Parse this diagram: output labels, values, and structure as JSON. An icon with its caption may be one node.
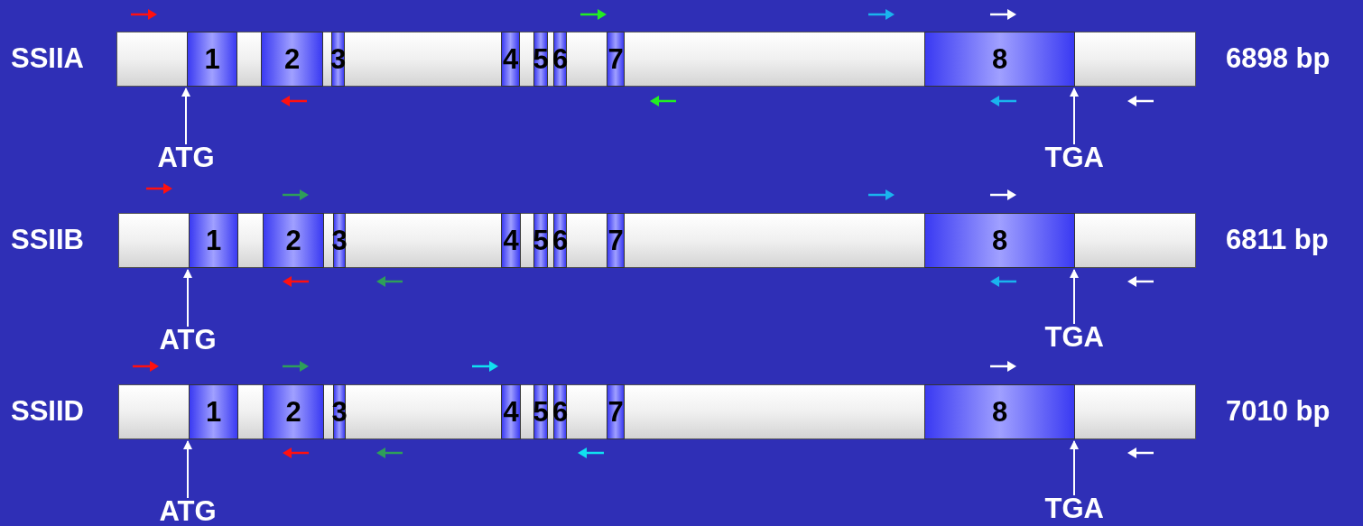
{
  "diagram": {
    "nodes": [
      {
        "text": [
          "SSIIA"
        ],
        "beside": [
          "6898 bp"
        ]
      },
      {
        "text": [
          "1"
        ],
        "in": 0
      },
      {
        "text": [
          "2"
        ],
        "in": 0
      },
      {
        "text": [
          "3"
        ],
        "in": 0
      },
      {
        "text": [
          "4"
        ],
        "in": 0
      },
      {
        "text": [
          "5"
        ],
        "in": 0
      },
      {
        "text": [
          "6"
        ],
        "in": 0
      },
      {
        "text": [
          "7"
        ],
        "in": 0
      },
      {
        "text": [
          "8"
        ],
        "in": 0
      },
      {
        "text": [
          "ATG"
        ]
      },
      {
        "text": [
          "TGA"
        ]
      },
      {
        "text": [
          "SSIIB"
        ],
        "beside": [
          "6811 bp"
        ]
      },
      {
        "text": [
          "1"
        ],
        "in": 11
      },
      {
        "text": [
          "2"
        ],
        "in": 11
      },
      {
        "text": [
          "3"
        ],
        "in": 11
      },
      {
        "text": [
          "4"
        ],
        "in": 11
      },
      {
        "text": [
          "5"
        ],
        "in": 11
      },
      {
        "text": [
          "6"
        ],
        "in": 11
      },
      {
        "text": [
          "7"
        ],
        "in": 11
      },
      {
        "text": [
          "8"
        ],
        "in": 11
      },
      {
        "text": [
          "ATG"
        ]
      },
      {
        "text": [
          "TGA"
        ]
      },
      {
        "text": [
          "SSIID"
        ],
        "beside": [
          "7010 bp"
        ]
      },
      {
        "text": [
          "1"
        ],
        "in": 22
      },
      {
        "text": [
          "2"
        ],
        "in": 22
      },
      {
        "text": [
          "3"
        ],
        "in": 22
      },
      {
        "text": [
          "4"
        ],
        "in": 22
      },
      {
        "text": [
          "5"
        ],
        "in": 22
      },
      {
        "text": [
          "6"
        ],
        "in": 22
      },
      {
        "text": [
          "7"
        ],
        "in": 22
      },
      {
        "text": [
          "8"
        ],
        "in": 22
      },
      {
        "text": [
          "ATG"
        ]
      },
      {
        "text": [
          "TGA"
        ]
      }
    ],
    "edges": [
      {
        "from": 9,
        "to": 1,
        "arrow": "to"
      },
      {
        "from": 10,
        "to": 8,
        "arrow": "to"
      },
      {
        "from": 20,
        "to": 12,
        "arrow": "to"
      },
      {
        "from": 21,
        "to": 19,
        "arrow": "to"
      },
      {
        "from": 31,
        "to": 23,
        "arrow": "to"
      },
      {
        "from": 32,
        "to": 30,
        "arrow": "to"
      }
    ]
  }
}
